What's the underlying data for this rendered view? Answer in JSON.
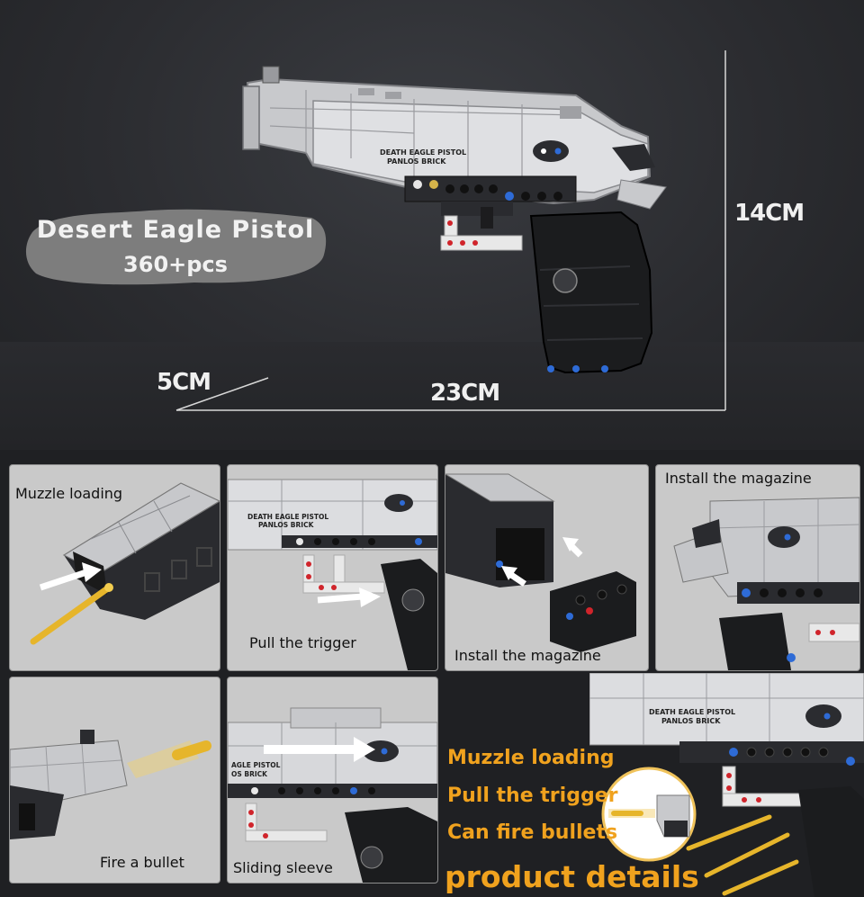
{
  "hero": {
    "title": "Desert Eagle Pistol",
    "subtitle": "360+pcs",
    "dim_height": "14CM",
    "dim_depth": "5CM",
    "dim_length": "23CM",
    "print_line1": "DEATH EAGLE PISTOL",
    "print_line2": "PANLOS BRICK"
  },
  "panels": [
    {
      "label": "Muzzle loading"
    },
    {
      "label": "Pull the trigger",
      "print_line1": "DEATH EAGLE PISTOL",
      "print_line2": "PANLOS BRICK"
    },
    {
      "label": "Install the magazine"
    },
    {
      "label": "Install the magazine"
    },
    {
      "label": "Fire a bullet"
    },
    {
      "label": "Sliding sleeve",
      "print_line1": "AGLE PISTOL",
      "print_line2": "OS BRICK"
    }
  ],
  "features": {
    "items": [
      "Muzzle loading",
      "Pull the trigger",
      "Can fire bullets"
    ],
    "heading": "product details",
    "print_line1": "DEATH EAGLE PISTOL",
    "print_line2": "PANLOS BRICK"
  },
  "colors": {
    "accent": "#f0a21e",
    "background": "#1f2023"
  }
}
